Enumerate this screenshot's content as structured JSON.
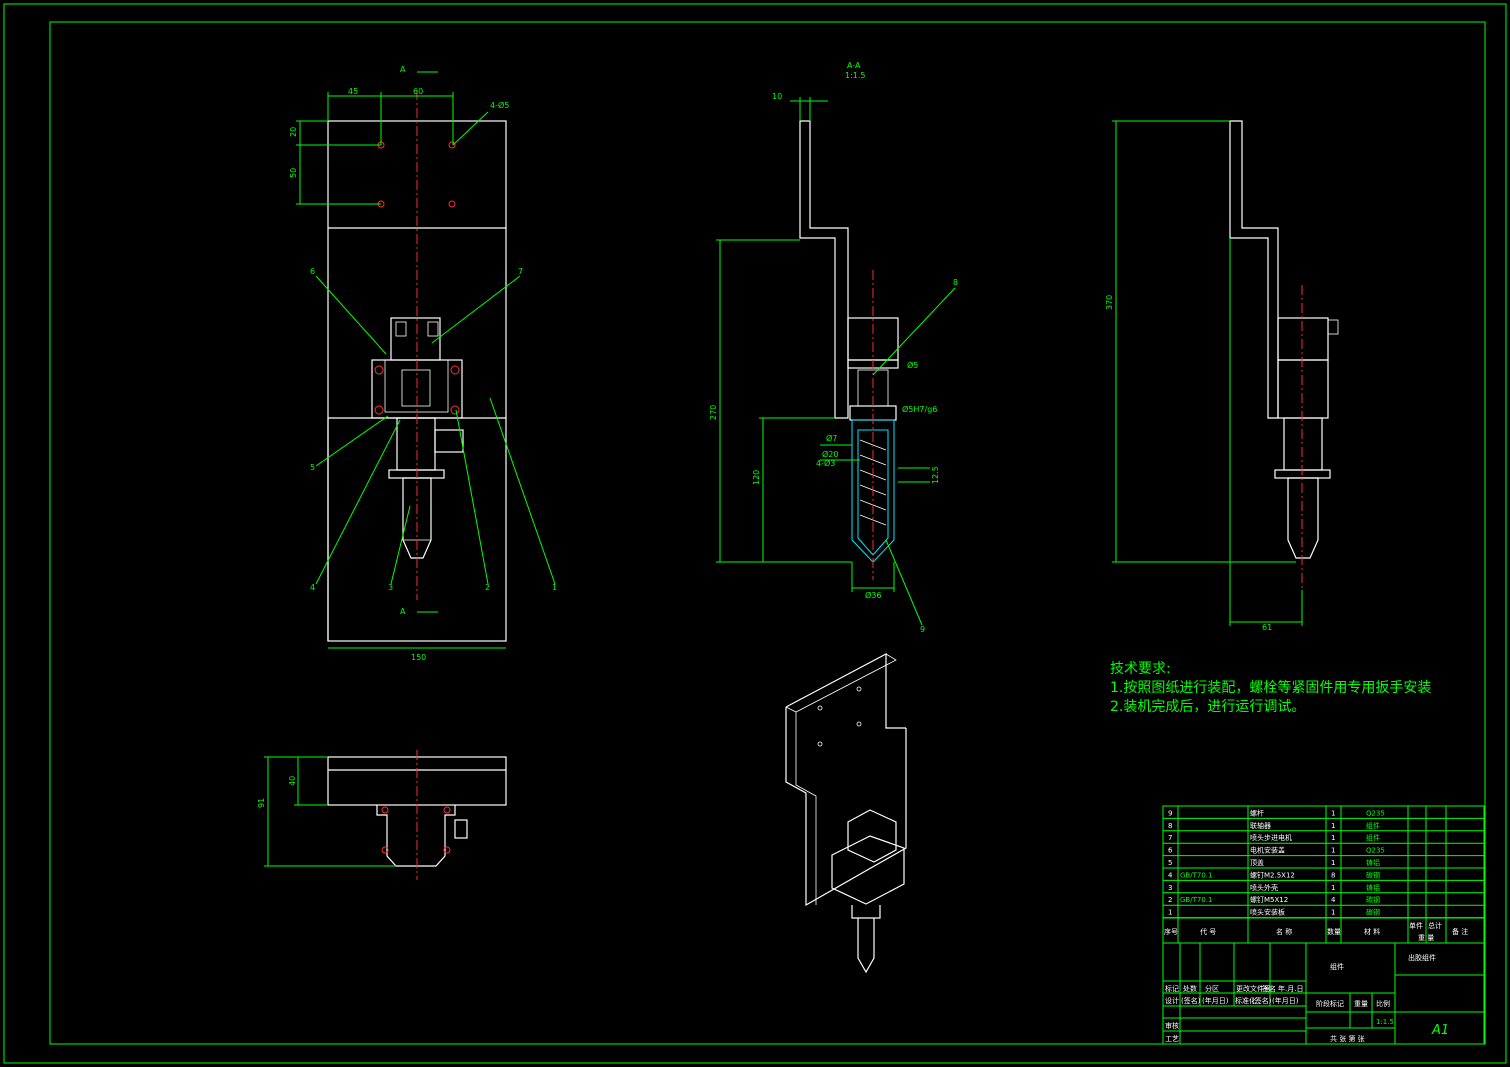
{
  "view_labels": {
    "section_top": "A",
    "section_bottom": "A",
    "section_title": "A-A",
    "section_scale": "1:1.5"
  },
  "dims": {
    "front_45": "45",
    "front_60": "60",
    "front_holes": "4-Ø5",
    "front_20": "20",
    "front_50": "50",
    "front_150": "150",
    "sec_10": "10",
    "sec_270": "270",
    "sec_120": "120",
    "sec_d5": "Ø5",
    "sec_fit": "Ø5H7/g6",
    "sec_d7": "Ø7",
    "sec_d20": "Ø20",
    "sec_4d3": "4-Ø3",
    "sec_12_5": "12.5",
    "sec_d36": "Ø36",
    "side_370": "370",
    "side_61": "61",
    "top_40": "40",
    "top_91": "91"
  },
  "balloons": [
    "1",
    "2",
    "3",
    "4",
    "5",
    "6",
    "7",
    "8",
    "9"
  ],
  "notes": {
    "title": "技术要求:",
    "line1": "1.按照图纸进行装配，螺栓等紧固件用专用扳手安装",
    "line2": "2.装机完成后，进行运行调试。"
  },
  "bom": {
    "rows": [
      {
        "no": "9",
        "code": "",
        "name": "螺杆",
        "qty": "1",
        "material": "Q235"
      },
      {
        "no": "8",
        "code": "",
        "name": "联轴器",
        "qty": "1",
        "material": "组件"
      },
      {
        "no": "7",
        "code": "",
        "name": "喷头步进电机",
        "qty": "1",
        "material": "组件"
      },
      {
        "no": "6",
        "code": "",
        "name": "电机安装盖",
        "qty": "1",
        "material": "Q235"
      },
      {
        "no": "5",
        "code": "",
        "name": "顶盖",
        "qty": "1",
        "material": "铸铝"
      },
      {
        "no": "4",
        "code": "GB/T70.1",
        "name": "螺钉M2.5X12",
        "qty": "8",
        "material": "碳钢"
      },
      {
        "no": "3",
        "code": "",
        "name": "喷头外壳",
        "qty": "1",
        "material": "铸铝"
      },
      {
        "no": "2",
        "code": "GB/T70.1",
        "name": "螺钉M5X12",
        "qty": "4",
        "material": "碳钢"
      },
      {
        "no": "1",
        "code": "",
        "name": "喷头安装板",
        "qty": "1",
        "material": "碳钢"
      }
    ],
    "header": {
      "no": "序号",
      "code": "代  号",
      "name": "名  称",
      "qty": "数量",
      "material": "材  料",
      "unit_w": "单件",
      "total_w": "总计",
      "weight": "重  量",
      "remark": "备  注"
    }
  },
  "title_block": {
    "part_type": "组件",
    "drawing_name": "出胶组件",
    "row_mark": [
      "标记",
      "处数",
      "分区",
      "更改文件号",
      "签名",
      "年.月.日"
    ],
    "row_design": [
      "设计",
      "(签名)",
      "(年月日)",
      "标准化",
      "(签名)",
      "(年月日)"
    ],
    "stage": "阶段标记",
    "weight": "重量",
    "scale_label": "比例",
    "scale": "1:1.5",
    "review": "审核",
    "process": "工艺",
    "sheets": "共  张  第  张",
    "size": "A1"
  }
}
